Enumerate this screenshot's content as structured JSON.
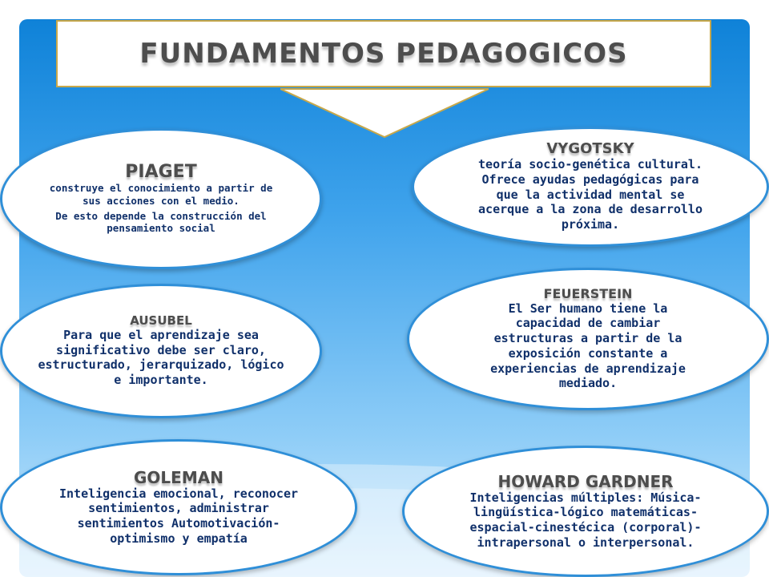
{
  "title": "FUNDAMENTOS PEDAGOGICOS",
  "colors": {
    "background_top": "#0f82d8",
    "background_bottom": "#cfeafd",
    "oval_border": "#2f8fd8",
    "title_border": "#c8a84a",
    "body_text": "#10306a",
    "heading_text": "#4d4d4d"
  },
  "nodes": {
    "piaget": {
      "name": "PIAGET",
      "lines": [
        "construye el conocimiento a partir de sus acciones con el medio.",
        "De esto depende la construcción del pensamiento social"
      ]
    },
    "vygotsky": {
      "name": "VYGOTSKY",
      "text": "teoría socio-genética cultural. Ofrece ayudas pedagógicas para que la actividad mental se acerque a la zona de desarrollo próxima."
    },
    "ausubel": {
      "name": "AUSUBEL",
      "text": "Para que el aprendizaje sea significativo debe ser claro, estructurado, jerarquizado, lógico e importante."
    },
    "feuerstein": {
      "name": "FEUERSTEIN",
      "text": "El Ser humano tiene la capacidad de cambiar estructuras a partir de la exposición constante a experiencias de aprendizaje mediado."
    },
    "goleman": {
      "name": "GOLEMAN",
      "text": "Inteligencia emocional, reconocer sentimientos, administrar sentimientos Automotivación- optimismo y empatía"
    },
    "gardner": {
      "name": "HOWARD GARDNER",
      "text": "Inteligencias múltiples: Música-lingüística-lógico matemáticas-espacial-cinestécica (corporal)- intrapersonal o interpersonal."
    }
  }
}
